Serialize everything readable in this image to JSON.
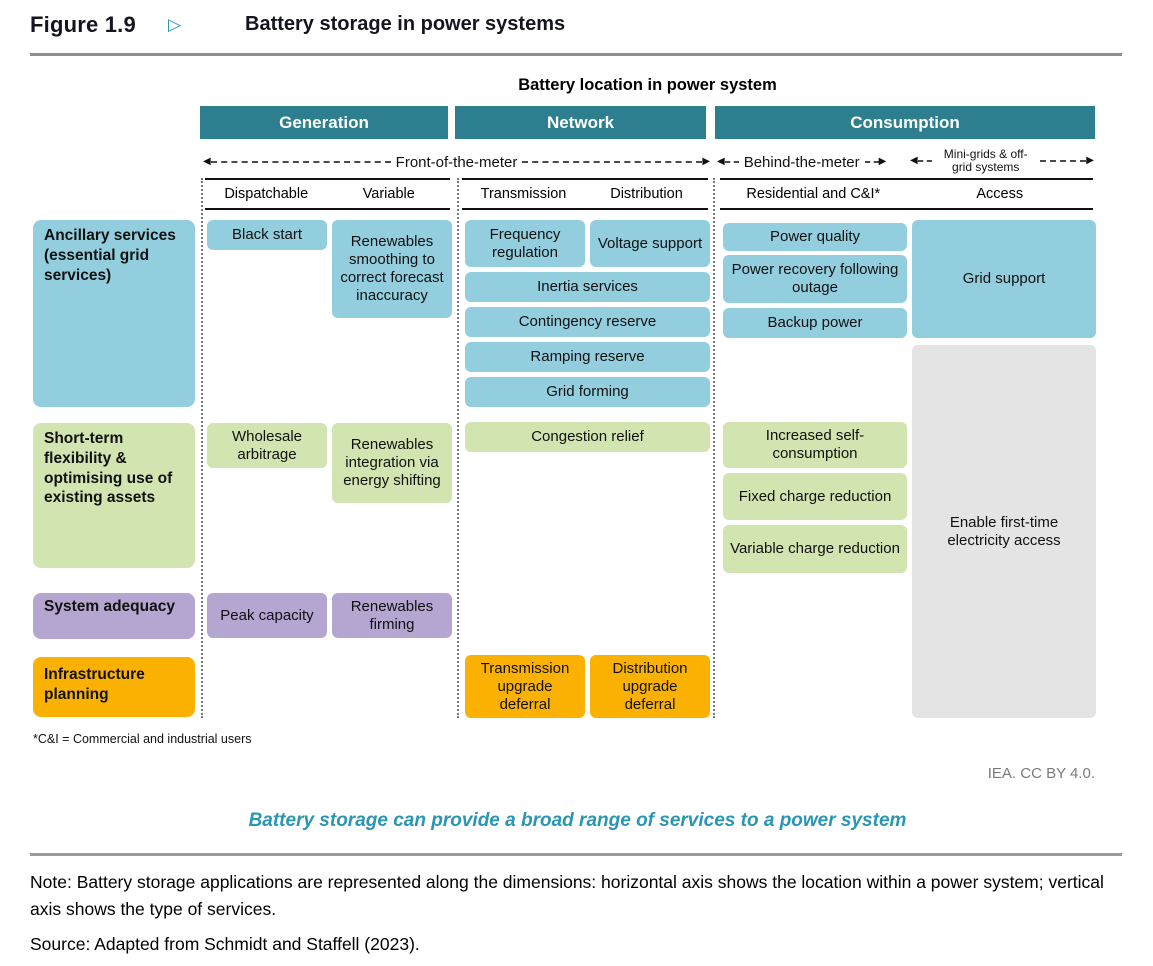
{
  "colors": {
    "teal": "#2d7f8f",
    "blue": "#93cede",
    "green": "#d2e4b0",
    "purple": "#b5a5d1",
    "orange": "#fab102",
    "grey": "#e4e4e4",
    "caption": "#2996b2"
  },
  "figure": {
    "label": "Figure 1.9",
    "marker": "▷",
    "title": "Battery storage in power systems"
  },
  "matrix": {
    "axis_title": "Battery location in power system",
    "groups": {
      "generation": "Generation",
      "network": "Network",
      "consumption": "Consumption"
    },
    "meters": {
      "front": "Front-of-the-meter",
      "behind": "Behind-the-meter",
      "minigrid": "Mini-grids & off-grid systems",
      "arrow_left": "◀",
      "arrow_right": "▶"
    },
    "subcolumns": {
      "dispatchable": "Dispatchable",
      "variable": "Variable",
      "transmission": "Transmission",
      "distribution": "Distribution",
      "residential": "Residential and C&I*",
      "access": "Access"
    },
    "rows": {
      "ancillary": "Ancillary services (essential grid services)",
      "flexibility": "Short-term flexibility & optimising use of existing assets",
      "adequacy": "System adequacy",
      "infrastructure": "Infrastructure planning"
    },
    "cells": {
      "black_start": "Black start",
      "renewables_smoothing": "Renewables smoothing to correct forecast inaccuracy",
      "wholesale_arbitrage": "Wholesale arbitrage",
      "renewables_integration": "Renewables integration via energy shifting",
      "peak_capacity": "Peak capacity",
      "renewables_firming": "Renewables firming",
      "frequency_regulation": "Frequency regulation",
      "voltage_support": "Voltage support",
      "inertia_services": "Inertia services",
      "contingency_reserve": "Contingency reserve",
      "ramping_reserve": "Ramping reserve",
      "grid_forming": "Grid forming",
      "congestion_relief": "Congestion relief",
      "transmission_deferral": "Transmission upgrade deferral",
      "distribution_deferral": "Distribution upgrade deferral",
      "power_quality": "Power quality",
      "power_recovery": "Power recovery following outage",
      "backup_power": "Backup power",
      "grid_support": "Grid support",
      "increased_self_consumption": "Increased self-consumption",
      "fixed_charge": "Fixed charge reduction",
      "variable_charge": "Variable charge reduction",
      "first_time_access": "Enable first-time electricity access"
    }
  },
  "footnote": "*C&I = Commercial and industrial users",
  "attribution": "IEA. CC BY 4.0.",
  "caption": "Battery storage can provide a broad range of services to a power system",
  "note": "Note: Battery storage applications are represented along the dimensions: horizontal axis shows the location within a power system; vertical axis shows the type of services.",
  "source": "Source: Adapted from Schmidt and Staffell (2023)."
}
